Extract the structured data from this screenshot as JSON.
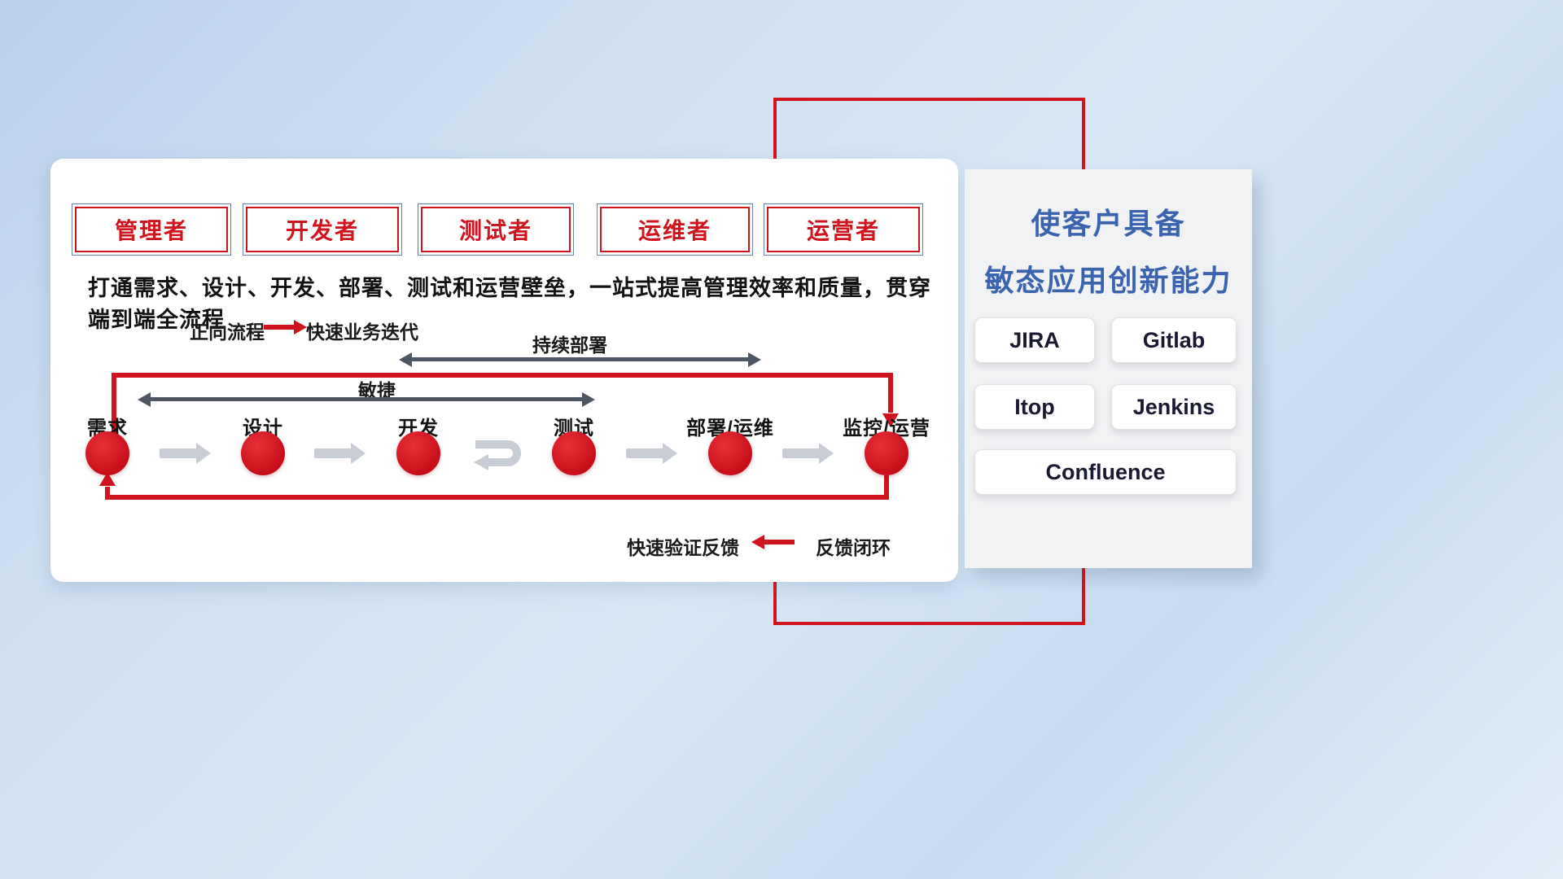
{
  "roles": [
    "管理者",
    "开发者",
    "测试者",
    "运维者",
    "运营者"
  ],
  "headline": "打通需求、设计、开发、部署、测试和运营壁垒，一站式提高管理效率和质量，贯穿端到端全流程",
  "forward_legend": {
    "label": "正向流程",
    "value": "快速业务迭代"
  },
  "flow": {
    "continuous_deployment_label": "持续部署",
    "agile_label": "敏捷",
    "stages": [
      "需求",
      "设计",
      "开发",
      "测试",
      "部署/运维",
      "监控/运营"
    ]
  },
  "feedback_legend": {
    "value": "快速验证反馈",
    "label": "反馈闭环"
  },
  "side_panel": {
    "title_line1": "使客户具备",
    "title_line2": "敏态应用创新能力",
    "tools": [
      "JIRA",
      "Gitlab",
      "Itop",
      "Jenkins",
      "Confluence"
    ]
  },
  "colors": {
    "primary_red": "#d0141e",
    "title_blue": "#3a64b0",
    "dark_arrow": "#4f5663",
    "gray_arrow": "#c9cdd5"
  }
}
